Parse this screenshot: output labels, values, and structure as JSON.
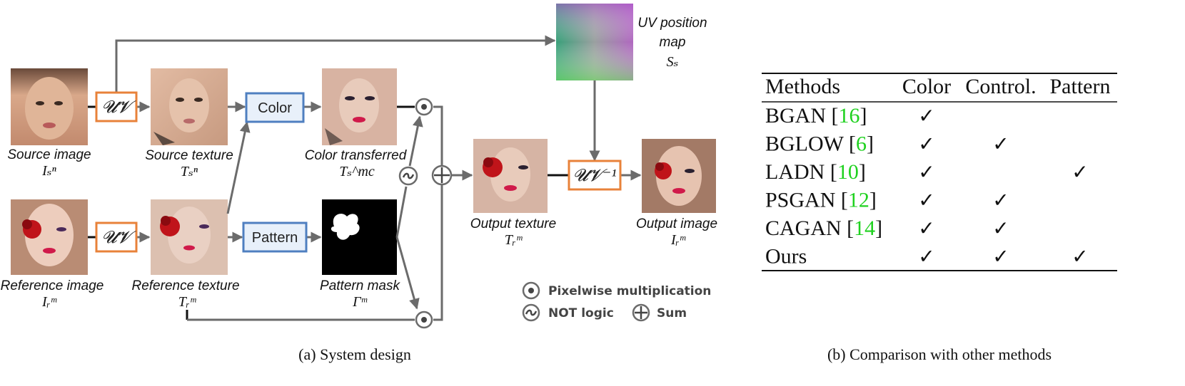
{
  "diagram": {
    "labels": {
      "source_image": "Source image",
      "source_texture": "Source texture",
      "color_transferred": "Color transferred",
      "reference_image": "Reference image",
      "reference_texture": "Reference texture",
      "pattern_mask": "Pattern mask",
      "output_texture": "Output texture",
      "output_image": "Output image",
      "uv_map_line1": "UV position",
      "uv_map_line2": "map"
    },
    "symbols": {
      "source_image": "Iₛⁿ",
      "source_texture": "Tₛⁿ",
      "color_transferred": "Tₛ^mc",
      "reference_image": "Iᵣᵐ",
      "reference_texture": "Tᵣᵐ",
      "pattern_mask": "Γᵐ",
      "output_texture": "Tᵣᵐ",
      "output_image": "Iᵣᵐ",
      "uv_map": "Sₛ"
    },
    "boxes": {
      "uv_top": "𝓤𝓥",
      "uv_bottom": "𝓤𝓥",
      "uv_inverse": "𝓤𝓥⁻¹",
      "color": "Color",
      "pattern": "Pattern"
    },
    "legend": {
      "pixelwise": "Pixelwise multiplication",
      "not_logic": "NOT logic",
      "sum": "Sum"
    },
    "caption": "(a) System design",
    "colors": {
      "uv_box": "#e8823a",
      "blue_box": "#4f7fc0",
      "blue_fill": "#e8f0fa"
    }
  },
  "table": {
    "headers": [
      "Methods",
      "Color",
      "Control.",
      "Pattern"
    ],
    "rows": [
      {
        "name": "BGAN",
        "ref": "16",
        "color": true,
        "control": false,
        "pattern": false
      },
      {
        "name": "BGLOW",
        "ref": "6",
        "color": true,
        "control": true,
        "pattern": false
      },
      {
        "name": "LADN",
        "ref": "10",
        "color": true,
        "control": false,
        "pattern": true
      },
      {
        "name": "PSGAN",
        "ref": "12",
        "color": true,
        "control": true,
        "pattern": false
      },
      {
        "name": "CAGAN",
        "ref": "14",
        "color": true,
        "control": true,
        "pattern": false
      },
      {
        "name": "Ours",
        "ref": "",
        "color": true,
        "control": true,
        "pattern": true
      }
    ],
    "check_glyph": "✓",
    "ref_color": "#1fd11f",
    "caption": "(b) Comparison with other methods"
  }
}
